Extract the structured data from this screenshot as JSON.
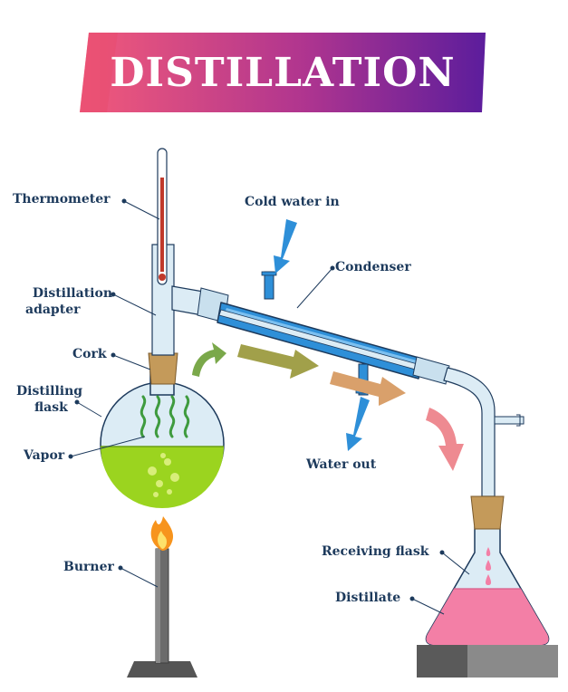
{
  "title": "DISTILLATION",
  "colors": {
    "banner_left": "#f25a7a",
    "banner_mid": "#b0358f",
    "banner_right": "#5c1d9c",
    "label": "#1d3a5c",
    "liquid_green": "#9bd41f",
    "vapor_green": "#3f9b3f",
    "condenser_blue": "#2e8fd8",
    "glass": "#dcecf5",
    "distillate_pink": "#f37fa6",
    "cork": "#c49a5a",
    "burner_grey": "#6b6b6b",
    "flame_orange": "#f7941d",
    "arrow_green": "#7aa84a",
    "arrow_orange": "#d9a06b",
    "arrow_pink": "#ee8a91"
  },
  "labels": {
    "thermometer": "Thermometer",
    "distillation_adapter_line1": "Distillation",
    "distillation_adapter_line2": "adapter",
    "cork": "Cork",
    "distilling_flask_line1": "Distilling",
    "distilling_flask_line2": "flask",
    "vapor": "Vapor",
    "burner": "Burner",
    "cold_water_in": "Cold water in",
    "condenser": "Condenser",
    "water_out": "Water out",
    "receiving_flask": "Receiving flask",
    "distillate": "Distillate"
  }
}
